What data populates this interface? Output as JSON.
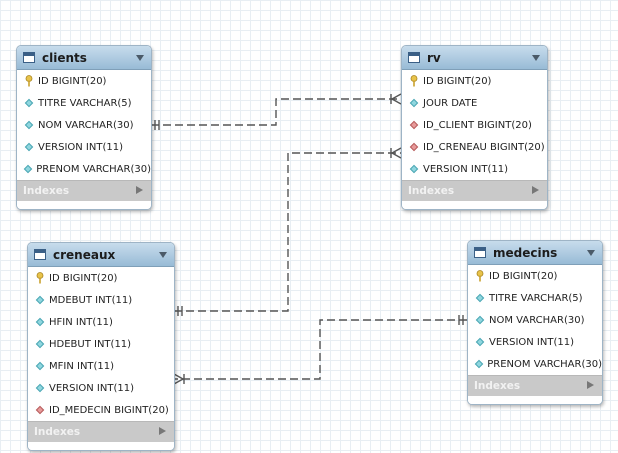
{
  "tables": {
    "clients": {
      "name": "clients",
      "columns": [
        {
          "label": "ID BIGINT(20)",
          "icon": "key-icon"
        },
        {
          "label": "TITRE VARCHAR(5)",
          "icon": "column-diamond-icon"
        },
        {
          "label": "NOM VARCHAR(30)",
          "icon": "column-diamond-icon"
        },
        {
          "label": "VERSION INT(11)",
          "icon": "column-diamond-icon"
        },
        {
          "label": "PRENOM VARCHAR(30)",
          "icon": "column-diamond-icon"
        }
      ],
      "indexes_label": "Indexes"
    },
    "rv": {
      "name": "rv",
      "columns": [
        {
          "label": "ID BIGINT(20)",
          "icon": "key-icon"
        },
        {
          "label": "JOUR DATE",
          "icon": "column-diamond-icon"
        },
        {
          "label": "ID_CLIENT BIGINT(20)",
          "icon": "foreign-key-diamond-icon"
        },
        {
          "label": "ID_CRENEAU BIGINT(20)",
          "icon": "foreign-key-diamond-icon"
        },
        {
          "label": "VERSION INT(11)",
          "icon": "column-diamond-icon"
        }
      ],
      "indexes_label": "Indexes"
    },
    "creneaux": {
      "name": "creneaux",
      "columns": [
        {
          "label": "ID BIGINT(20)",
          "icon": "key-icon"
        },
        {
          "label": "MDEBUT INT(11)",
          "icon": "column-diamond-icon"
        },
        {
          "label": "HFIN INT(11)",
          "icon": "column-diamond-icon"
        },
        {
          "label": "HDEBUT INT(11)",
          "icon": "column-diamond-icon"
        },
        {
          "label": "MFIN INT(11)",
          "icon": "column-diamond-icon"
        },
        {
          "label": "VERSION INT(11)",
          "icon": "column-diamond-icon"
        },
        {
          "label": "ID_MEDECIN BIGINT(20)",
          "icon": "foreign-key-diamond-icon"
        }
      ],
      "indexes_label": "Indexes"
    },
    "medecins": {
      "name": "medecins",
      "columns": [
        {
          "label": "ID BIGINT(20)",
          "icon": "key-icon"
        },
        {
          "label": "TITRE VARCHAR(5)",
          "icon": "column-diamond-icon"
        },
        {
          "label": "NOM VARCHAR(30)",
          "icon": "column-diamond-icon"
        },
        {
          "label": "VERSION INT(11)",
          "icon": "column-diamond-icon"
        },
        {
          "label": "PRENOM VARCHAR(30)",
          "icon": "column-diamond-icon"
        }
      ],
      "indexes_label": "Indexes"
    }
  },
  "relationships": [
    {
      "from": "clients",
      "to": "rv",
      "type": "one-to-many"
    },
    {
      "from": "creneaux",
      "to": "rv",
      "type": "one-to-many"
    },
    {
      "from": "medecins",
      "to": "creneaux",
      "type": "one-to-many"
    }
  ],
  "colors": {
    "header_gradient_top": "#c7dcec",
    "header_gradient_bottom": "#98bbd6",
    "key_icon": "#e8c34a",
    "column_diamond": "#8fd6df",
    "foreign_key_diamond": "#e79a9a",
    "indexes_bar": "#c9c9c9",
    "relationship_line": "#555555"
  }
}
